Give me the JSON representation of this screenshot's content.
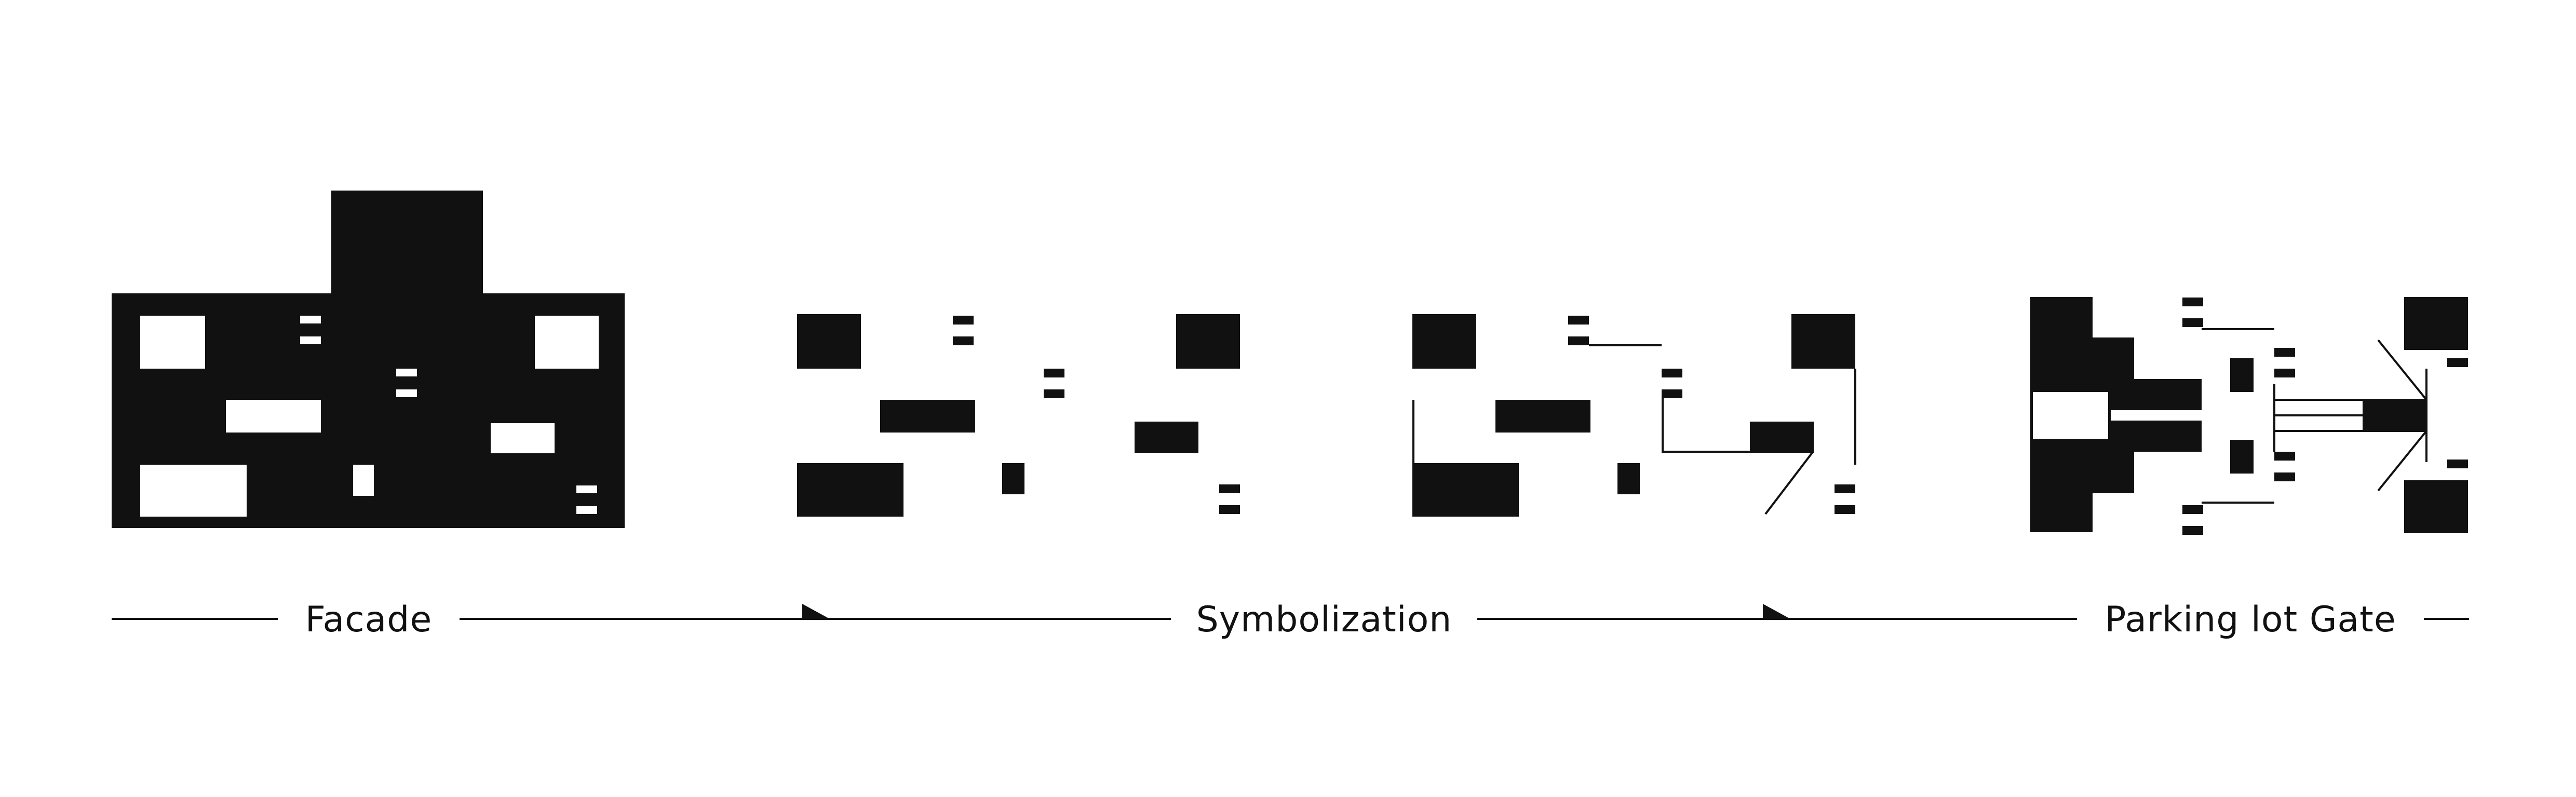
{
  "diagram": {
    "stages": [
      {
        "id": "facade",
        "label": "Facade"
      },
      {
        "id": "symbolization",
        "label": "Symbolization"
      },
      {
        "id": "parking-lot-gate",
        "label": "Parking lot Gate"
      }
    ],
    "colors": {
      "ink": "#111111",
      "background": "#ffffff"
    }
  }
}
